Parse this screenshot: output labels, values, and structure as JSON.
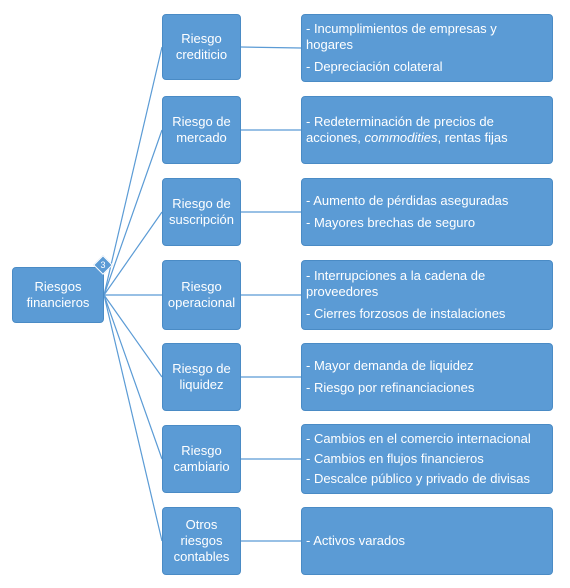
{
  "root": {
    "label": "Riesgos financieros",
    "badge": "3"
  },
  "branches": [
    {
      "label": "Riesgo crediticio",
      "items": [
        "- Incumplimientos de empresas y hogares",
        "- Depreciación colateral"
      ]
    },
    {
      "label": "Riesgo de mercado",
      "items_parts": [
        [
          "- Redeterminación de precios de acciones, ",
          "commodities",
          ", rentas fijas"
        ]
      ]
    },
    {
      "label": "Riesgo de suscripción",
      "items": [
        "- Aumento de pérdidas aseguradas",
        "- Mayores brechas de seguro"
      ]
    },
    {
      "label": "Riesgo operacional",
      "items": [
        "- Interrupciones a la cadena de proveedores",
        "- Cierres forzosos de instalaciones"
      ]
    },
    {
      "label": "Riesgo de liquidez",
      "items": [
        "- Mayor demanda de liquidez",
        "- Riesgo por refinanciaciones"
      ]
    },
    {
      "label": "Riesgo cambiario",
      "items": [
        "- Cambios en el comercio internacional",
        "- Cambios en flujos financieros",
        "- Descalce público y privado de divisas"
      ]
    },
    {
      "label": "Otros riesgos contables",
      "items": [
        "- Activos varados"
      ]
    }
  ],
  "colors": {
    "box": "#5b9bd5",
    "border": "#4a8bc5",
    "line": "#5b9bd5",
    "text": "#ffffff"
  }
}
